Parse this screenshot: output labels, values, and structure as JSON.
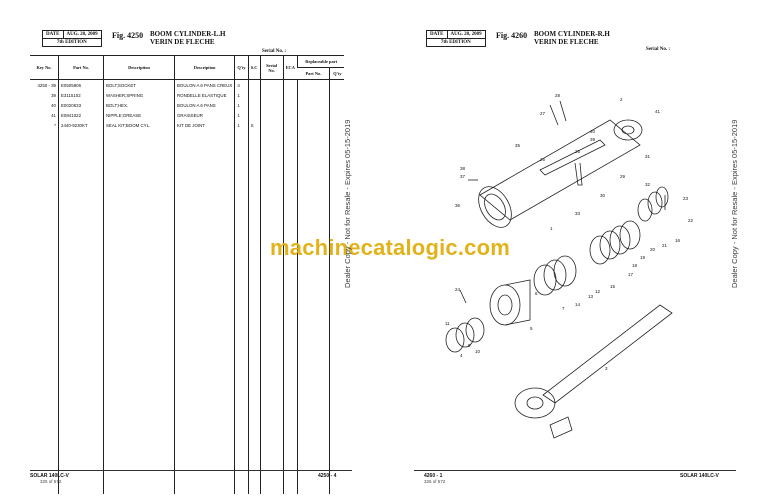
{
  "left_page": {
    "date_label": "DATE",
    "date_value": "AUG. 20, 2009",
    "edition": "7th EDITION",
    "fig_number": "Fig. 4250",
    "fig_title_en": "BOOM CYLINDER-L.H",
    "fig_title_fr": "VERIN DE FLECHE",
    "serial_label": "Serial No. :",
    "table": {
      "headers": [
        "Key No.",
        "Part No.",
        "Description",
        "Description",
        "Q'ty",
        "S.C",
        "Serial No.",
        "ECA"
      ],
      "replaceable_header": "Replaceable part",
      "replaceable_cols": [
        "Part No.",
        "Q'ty"
      ],
      "rows": [
        [
          "4250 - 39",
          "E0505906",
          "BOLT;SOCKET",
          "BOULON A 6 PANS CREUX",
          "4",
          "",
          "",
          ""
        ],
        [
          "39",
          "E3115102",
          "WASHER;SPRING",
          "RONDELLE ELASTIQUE",
          "1",
          "",
          "",
          ""
        ],
        [
          "40",
          "E0020633",
          "BOLT;HEX.",
          "BOULON A 6 PANS",
          "1",
          "",
          "",
          ""
        ],
        [
          "41",
          "E0841022",
          "NIPPLE;GREASE",
          "GRAISSEUR",
          "1",
          "",
          "",
          ""
        ],
        [
          "*",
          "2440-9230KT",
          "SEAL KIT;BOOM CYL.",
          "KIT DE JOINT",
          "1",
          "S",
          "",
          ""
        ]
      ]
    },
    "footer_model": "SOLAR 140LC-V",
    "footer_pages": "325 of 572",
    "footer_page_no": "4250 - 4"
  },
  "right_page": {
    "date_label": "DATE",
    "date_value": "AUG. 20, 2009",
    "edition": "7th EDITION",
    "fig_number": "Fig. 4260",
    "fig_title_en": "BOOM CYLINDER-R.H",
    "fig_title_fr": "VERIN DE FLECHE",
    "serial_label": "Serial No. :",
    "footer_page_no": "4260 - 1",
    "footer_pages": "326 of 572",
    "footer_model": "SOLAR 140LC-V"
  },
  "diagram": {
    "callouts": [
      "28",
      "2",
      "41",
      "27",
      "40",
      "39",
      "35",
      "38",
      "37",
      "31",
      "36",
      "26",
      "25",
      "1",
      "29",
      "32",
      "30",
      "33",
      "23",
      "22",
      "16",
      "21",
      "20",
      "19",
      "18",
      "17",
      "24",
      "15",
      "14",
      "13",
      "12",
      "7",
      "6",
      "5",
      "11",
      "10",
      "9",
      "4",
      "3"
    ]
  },
  "watermark": "machinecatalogic.com",
  "side_stamp": "Dealer Copy - Not for Resale - Expires 05-15-2019",
  "colors": {
    "watermark": "#e2b21a",
    "ink": "#111111",
    "line": "#333333"
  }
}
